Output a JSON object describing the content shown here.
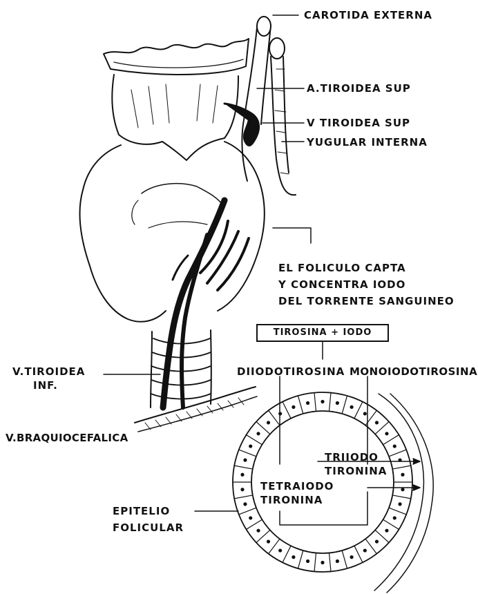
{
  "labels": {
    "carotida_externa": "CAROTIDA EXTERNA",
    "a_tiroidea_sup": "A.TIROIDEA SUP",
    "v_tiroidea_sup": "V TIROIDEA SUP",
    "yugular_interna": "YUGULAR INTERNA",
    "foliculo_line1": "EL FOLICULO CAPTA",
    "foliculo_line2": "Y CONCENTRA IODO",
    "foliculo_line3": "DEL TORRENTE SANGUINEO",
    "tirosina_iodo": "TIROSINA + IODO",
    "diiodotirosina": "DIIODOTIROSINA",
    "monoiodotirosina": "MONOIODOTIROSINA",
    "v_tiroidea_inf_line1": "V.TIROIDEA",
    "v_tiroidea_inf_line2": "INF.",
    "v_braquiocefalica": "V.BRAQUIOCEFALICA",
    "triiodo_line1": "TRIIODO",
    "triiodo_line2": "TIRONINA",
    "tetraiodo_line1": "TETRAIODO",
    "tetraiodo_line2": "TIRONINA",
    "epitelio_line1": "EPITELIO",
    "epitelio_line2": "FOLICULAR"
  }
}
